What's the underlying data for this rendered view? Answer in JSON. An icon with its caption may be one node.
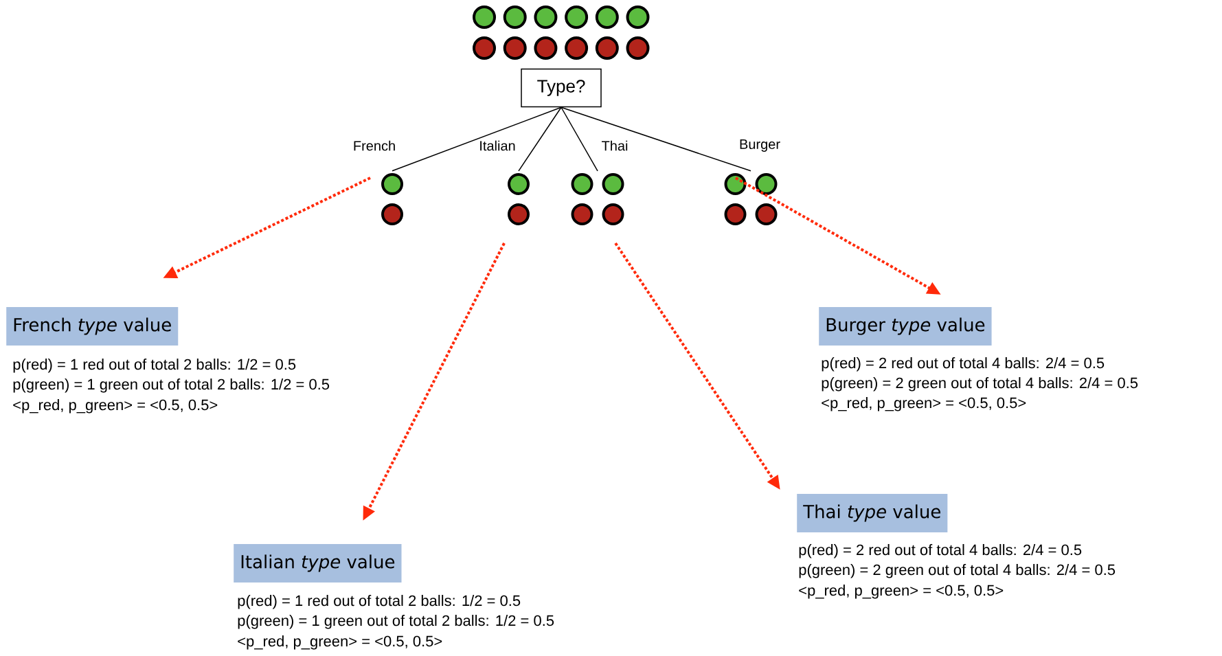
{
  "diagram": {
    "nodes": [
      {
        "text": [
          "Type?"
        ]
      },
      {
        "text": [],
        "shape": "circle"
      },
      {
        "text": [],
        "shape": "circle"
      },
      {
        "text": [],
        "shape": "circle"
      },
      {
        "text": [],
        "shape": "circle"
      },
      {
        "text": [
          "French *type* value"
        ],
        "beside": [
          "p(red) = 1 red out of total 2 balls: 1/2 = 0.5",
          "p(green) = 1 green out of total 2 balls: 1/2 = 0.5",
          "<p_red, p_green> = <0.5, 0.5>"
        ]
      },
      {
        "text": [
          "Burger *type* value"
        ],
        "beside": [
          "p(red) = 2 red out of total 4 balls: 2/4 = 0.5",
          "p(green) = 2 green out of total 4 balls: 2/4 = 0.5",
          "<p_red, p_green> = <0.5, 0.5>"
        ]
      },
      {
        "text": [
          "Thai *type* value"
        ],
        "beside": [
          "p(red) = 2 red out of total 4 balls: 2/4 = 0.5",
          "p(green) = 2 green out of total 4 balls: 2/4 = 0.5",
          "<p_red, p_green> = <0.5, 0.5>"
        ]
      },
      {
        "text": [
          "Italian *type* value"
        ],
        "beside": [
          "p(red) = 1 red out of total 2 balls: 1/2 = 0.5",
          "p(green) = 1 green out of total 2 balls: 1/2 = 0.5",
          "<p_red, p_green> = <0.5, 0.5>"
        ]
      }
    ],
    "edges": [
      {
        "from": 0,
        "to": 1,
        "arrow": "none",
        "label": "French"
      },
      {
        "from": 0,
        "to": 2,
        "arrow": "none",
        "label": "Italian"
      },
      {
        "from": 0,
        "to": 3,
        "arrow": "none",
        "label": "Thai"
      },
      {
        "from": 0,
        "to": 4,
        "arrow": "none",
        "label": "Burger"
      },
      {
        "from": 1,
        "to": 5,
        "arrow": "to",
        "style": "dashed",
        "color": "#ff2a0a"
      },
      {
        "from": 2,
        "to": 8,
        "arrow": "to",
        "style": "dashed",
        "color": "#ff2a0a"
      },
      {
        "from": 3,
        "to": 7,
        "arrow": "to",
        "style": "dashed",
        "color": "#ff2a0a"
      },
      {
        "from": 4,
        "to": 6,
        "arrow": "to",
        "style": "dashed",
        "color": "#ff2a0a"
      }
    ]
  }
}
